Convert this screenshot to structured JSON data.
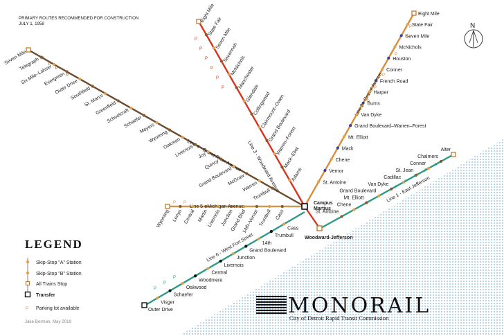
{
  "header": {
    "line1": "PRIMARY ROUTES RECOMMENDED FOR CONSTRUCTION",
    "line2": "JULY 1, 1958"
  },
  "credit": "Jake Berman, May 2019",
  "north": "N",
  "legend": {
    "title": "LEGEND",
    "items": [
      {
        "label": "Skip-Stop \"A\" Station"
      },
      {
        "label": "Skip-Stop \"B\" Station"
      },
      {
        "label": "All Trains Stop"
      },
      {
        "label": "Transfer"
      },
      {
        "label": "Parking lot available",
        "marker": "P"
      }
    ]
  },
  "logo": {
    "title": "MONORAIL",
    "subtitle": "City of Detroit Rapid Transit Commission"
  },
  "colors": {
    "line1": "#2e9a86",
    "line2": "#d98c3a",
    "line3": "#d6341f",
    "line4": "#6b4a2e",
    "line5": "#c79a5a",
    "line6": "#2e9a86",
    "water": "#7fb7e0",
    "stationA": "#e0a24a",
    "stationB": "#3a3f8f"
  },
  "lines": [
    {
      "label": "Line 1 - East Jefferson"
    },
    {
      "label": "Line 2 - Gratiot Avenue"
    },
    {
      "label": "Line 3 - Woodward Avenue"
    },
    {
      "label": "Line 4 - Grand River Avenue"
    },
    {
      "label": "Line 5 - Michigan Avenue"
    },
    {
      "label": "Line 6 - West Fort Street"
    }
  ],
  "hubs": {
    "campus": "Campus Martius",
    "woodward": "Woodward-Jefferson"
  },
  "stations": {
    "line1": [
      "Alter",
      "Chalmers",
      "Conner",
      "St. Jean",
      "Cadillac",
      "Van Dyke",
      "Grand Boulevard",
      "Mt. Elliott",
      "Chene",
      "St. Antoine"
    ],
    "line2": [
      "Eight Mile",
      "State Fair",
      "Seven Mile",
      "McNichols",
      "Houston",
      "Conner",
      "French Road",
      "Harper",
      "Burns",
      "Van Dyke",
      "Grand Boulevard–Warren–Forest",
      "Mt. Elliott",
      "Mack",
      "Chene",
      "Vernor",
      "St. Antoine"
    ],
    "line3": [
      "Eight Mile",
      "State Fair",
      "Seven Mile",
      "Savannah",
      "McNichols",
      "Manchester",
      "Glendale",
      "Collingwood",
      "Clairmount–Owen",
      "Grand Boulevard",
      "Warren–Forest",
      "Mack–Eliot",
      "Adams"
    ],
    "line4": [
      "Seven Mile",
      "Telegraph",
      "Six Mile–Lahser",
      "Evergreen",
      "Outer Drive",
      "Southfield",
      "St. Marys",
      "Greenfield",
      "Schoolcraft",
      "Schaefer",
      "Meyers",
      "Wyoming",
      "Oakman",
      "Livernois",
      "Joy",
      "Quincy",
      "Grand Boulevard",
      "McGraw",
      "Warren",
      "Trumbull"
    ],
    "line5": [
      "Wyoming",
      "Lonyo",
      "Central",
      "Martin",
      "Livernois",
      "Junction",
      "Grand Blvd",
      "14th–Vernor",
      "Trumbull",
      "Cass"
    ],
    "line6": [
      "Outer Drive",
      "Visger",
      "Schaefer",
      "Oakwood",
      "Woodmere",
      "Central",
      "Livernois",
      "Junction",
      "Grand Boulevard",
      "14th",
      "Trumbull",
      "Cass"
    ]
  },
  "parking": "P"
}
